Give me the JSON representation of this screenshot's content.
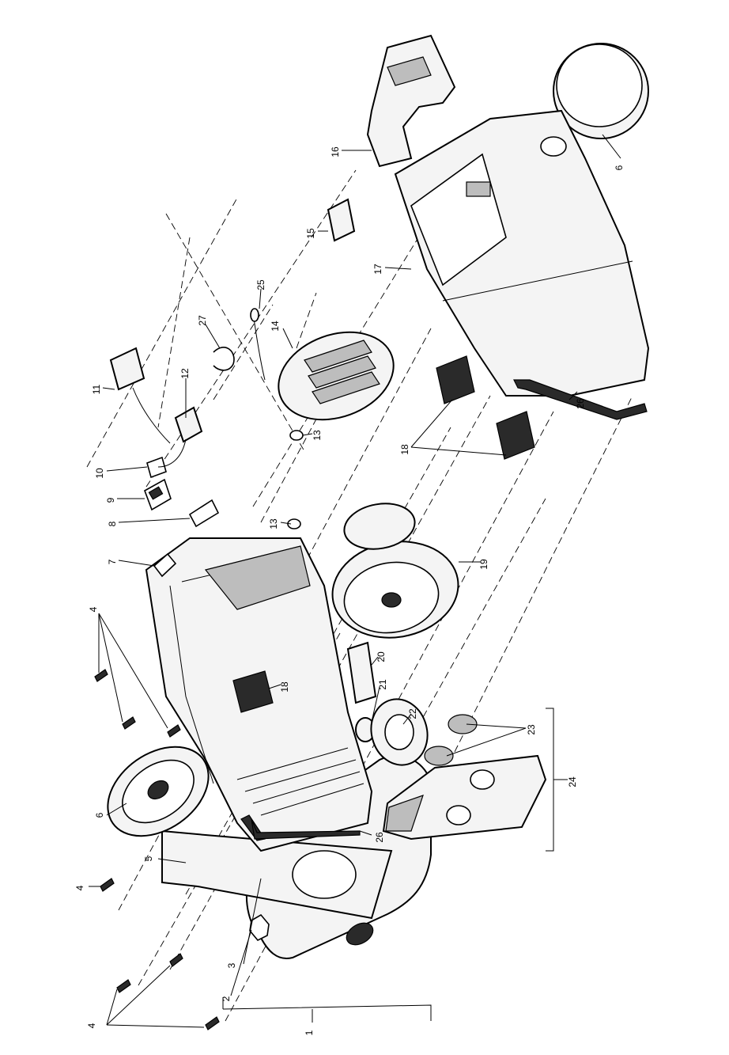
{
  "diagram": {
    "labels": {
      "l1": "1",
      "l2": "2",
      "l3": "3",
      "l4a": "4",
      "l4b": "4",
      "l4c": "4",
      "l5": "5",
      "l6a": "6",
      "l6b": "6",
      "l7": "7",
      "l8": "8",
      "l9": "9",
      "l10": "10",
      "l11": "11",
      "l12": "12",
      "l13a": "13",
      "l13b": "13",
      "l14": "14",
      "l15": "15",
      "l16": "16",
      "l17": "17",
      "l18a": "18",
      "l18b": "18",
      "l19": "19",
      "l20": "20",
      "l21": "21",
      "l22": "22",
      "l23": "23",
      "l24": "24",
      "l25": "25",
      "l26a": "26",
      "l26b": "26",
      "l27": "27"
    },
    "colors": {
      "ink": "#000000",
      "paper": "#ffffff"
    }
  }
}
